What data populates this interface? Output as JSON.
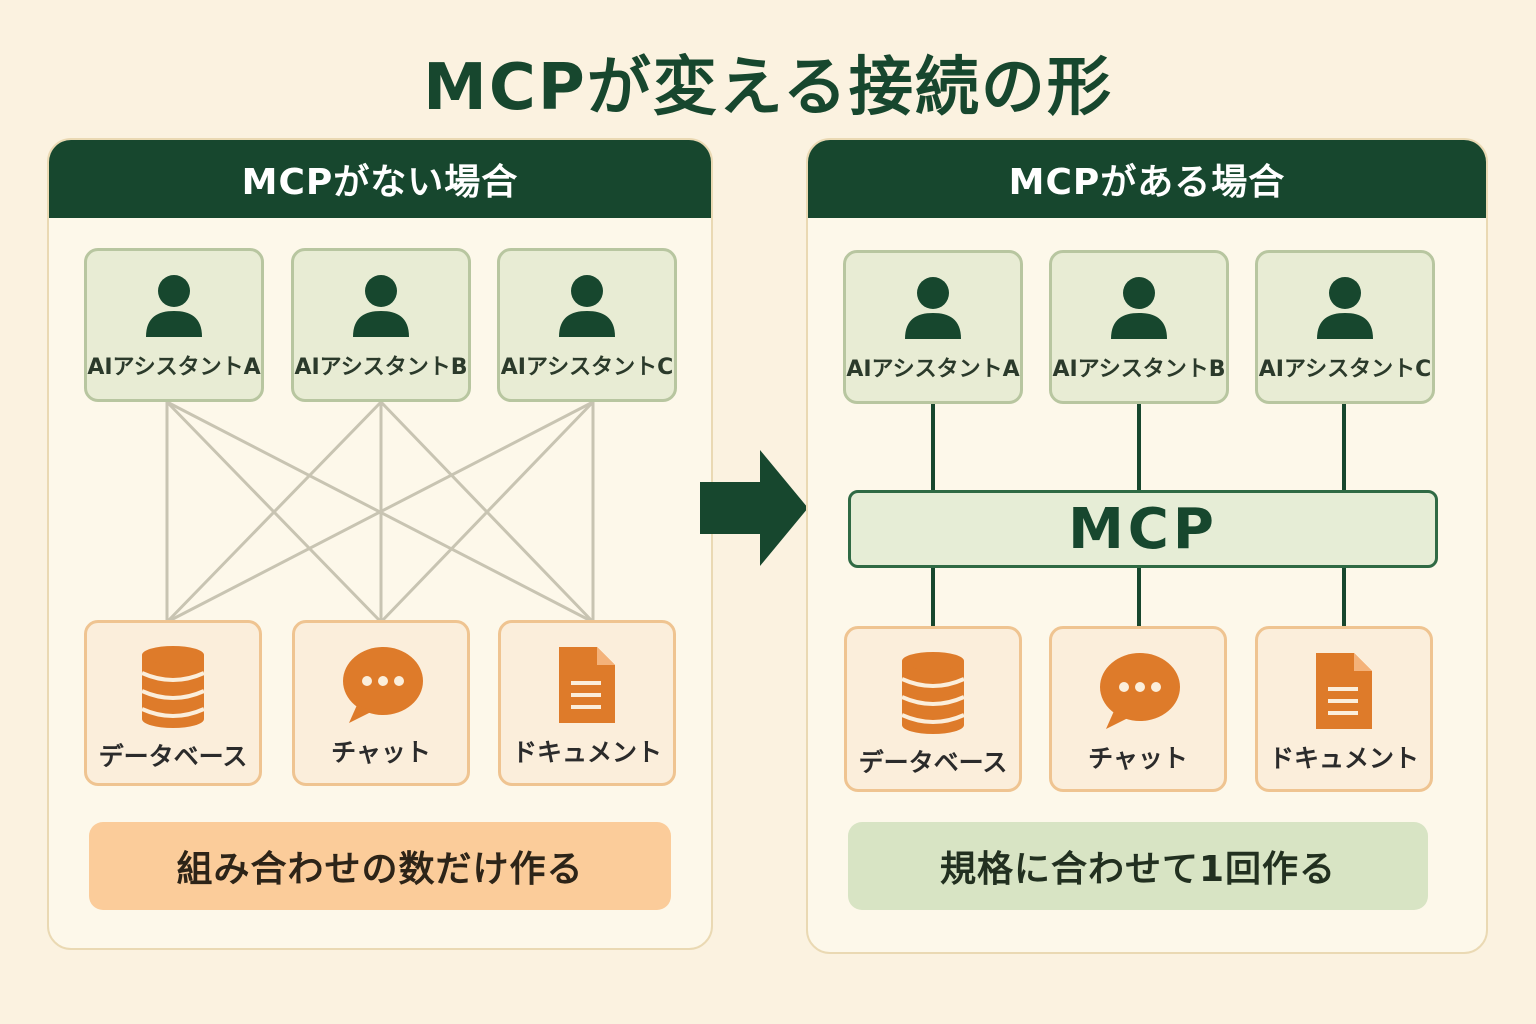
{
  "title": "MCPが変える接続の形",
  "colors": {
    "dark_green": "#17472e",
    "ai_box_fill": "#e8ecd4",
    "source_accent": "#de7b2a",
    "background": "#fbf2e0"
  },
  "left_panel": {
    "header": "MCPがない場合",
    "assistants": [
      {
        "label": "AIアシスタントA",
        "icon": "person-icon"
      },
      {
        "label": "AIアシスタントB",
        "icon": "person-icon"
      },
      {
        "label": "AIアシスタントC",
        "icon": "person-icon"
      }
    ],
    "sources": [
      {
        "label": "データベース",
        "icon": "database-icon"
      },
      {
        "label": "チャット",
        "icon": "chat-bubble-icon"
      },
      {
        "label": "ドキュメント",
        "icon": "document-icon"
      }
    ],
    "caption": "組み合わせの数だけ作る"
  },
  "right_panel": {
    "header": "MCPがある場合",
    "hub_label": "MCP",
    "assistants": [
      {
        "label": "AIアシスタントA",
        "icon": "person-icon"
      },
      {
        "label": "AIアシスタントB",
        "icon": "person-icon"
      },
      {
        "label": "AIアシスタントC",
        "icon": "person-icon"
      }
    ],
    "sources": [
      {
        "label": "データベース",
        "icon": "database-icon"
      },
      {
        "label": "チャット",
        "icon": "chat-bubble-icon"
      },
      {
        "label": "ドキュメント",
        "icon": "document-icon"
      }
    ],
    "caption": "規格に合わせて1回作る"
  },
  "arrow_icon": "right-arrow-icon"
}
